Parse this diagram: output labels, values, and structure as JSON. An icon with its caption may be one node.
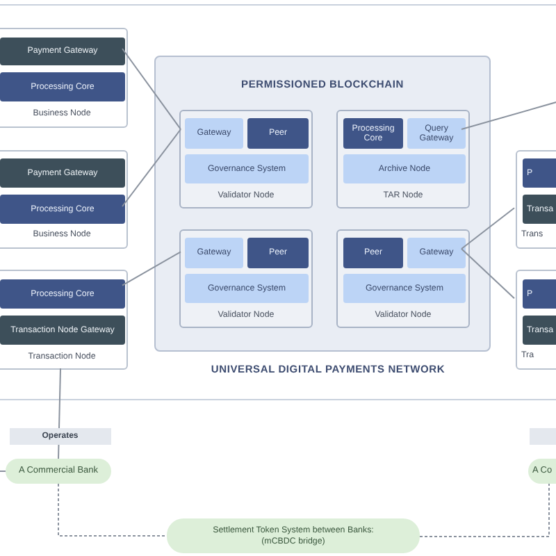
{
  "diagram": {
    "nodes": [
      {
        "text": [
          "UNIVERSAL DIGITAL PAYMENTS NETWORK"
        ]
      },
      {
        "text": [
          "Business Node"
        ],
        "in": 0
      },
      {
        "text": [
          "Payment Gateway"
        ],
        "in": 1
      },
      {
        "text": [
          "Processing Core"
        ],
        "in": 1
      },
      {
        "text": [
          "Business Node"
        ],
        "in": 0
      },
      {
        "text": [
          "Payment Gateway"
        ],
        "in": 4
      },
      {
        "text": [
          "Processing Core"
        ],
        "in": 4
      },
      {
        "text": [
          "Transaction Node"
        ],
        "in": 0
      },
      {
        "text": [
          "Processing Core"
        ],
        "in": 7
      },
      {
        "text": [
          "Transaction Node Gateway"
        ],
        "in": 7
      },
      {
        "text": [
          "PERMISSIONED BLOCKCHAIN"
        ],
        "in": 0
      },
      {
        "text": [
          "Validator Node"
        ],
        "in": 10
      },
      {
        "text": [
          "Gateway"
        ],
        "in": 11
      },
      {
        "text": [
          "Peer"
        ],
        "in": 11
      },
      {
        "text": [
          "Governance System"
        ],
        "in": 11
      },
      {
        "text": [
          "TAR Node"
        ],
        "in": 10
      },
      {
        "text": [
          "Processing Core"
        ],
        "in": 15
      },
      {
        "text": [
          "Query Gateway"
        ],
        "in": 15
      },
      {
        "text": [
          "Archive Node"
        ],
        "in": 15
      },
      {
        "text": [
          "Validator Node"
        ],
        "in": 10
      },
      {
        "text": [
          "Gateway"
        ],
        "in": 19
      },
      {
        "text": [
          "Peer"
        ],
        "in": 19
      },
      {
        "text": [
          "Governance System"
        ],
        "in": 19
      },
      {
        "text": [
          "Validator Node"
        ],
        "in": 10
      },
      {
        "text": [
          "Peer"
        ],
        "in": 23
      },
      {
        "text": [
          "Gateway"
        ],
        "in": 23
      },
      {
        "text": [
          "Governance System"
        ],
        "in": 23
      },
      {
        "text": [
          "Trans"
        ],
        "in": 0
      },
      {
        "text": [
          "P"
        ],
        "in": 27
      },
      {
        "text": [
          "Transa"
        ],
        "in": 27
      },
      {
        "text": [
          "Tra"
        ],
        "in": 0
      },
      {
        "text": [
          "P"
        ],
        "in": 30
      },
      {
        "text": [
          "Transa"
        ],
        "in": 30
      },
      {
        "text": [
          "A Commercial Bank"
        ]
      },
      {
        "text": [
          "A Co"
        ]
      },
      {
        "text": [
          "Settlement Token System between Banks:",
          "(mCBDC bridge)"
        ]
      }
    ],
    "edges": [
      {
        "from": 2,
        "to": 12,
        "arrow": "none"
      },
      {
        "from": 6,
        "to": 12,
        "arrow": "none"
      },
      {
        "from": 8,
        "to": 20,
        "arrow": "none"
      },
      {
        "from": 17,
        "to": null,
        "arrow": "none"
      },
      {
        "from": 25,
        "to": 27,
        "arrow": "none"
      },
      {
        "from": 25,
        "to": 30,
        "arrow": "none"
      },
      {
        "from": 7,
        "to": 33,
        "arrow": "none",
        "label": "Operates"
      },
      {
        "from": null,
        "to": 33,
        "arrow": "none"
      },
      {
        "from": 33,
        "to": 35,
        "arrow": "none",
        "style": "dashed"
      },
      {
        "from": 35,
        "to": 34,
        "arrow": "none",
        "style": "dashed"
      }
    ]
  }
}
